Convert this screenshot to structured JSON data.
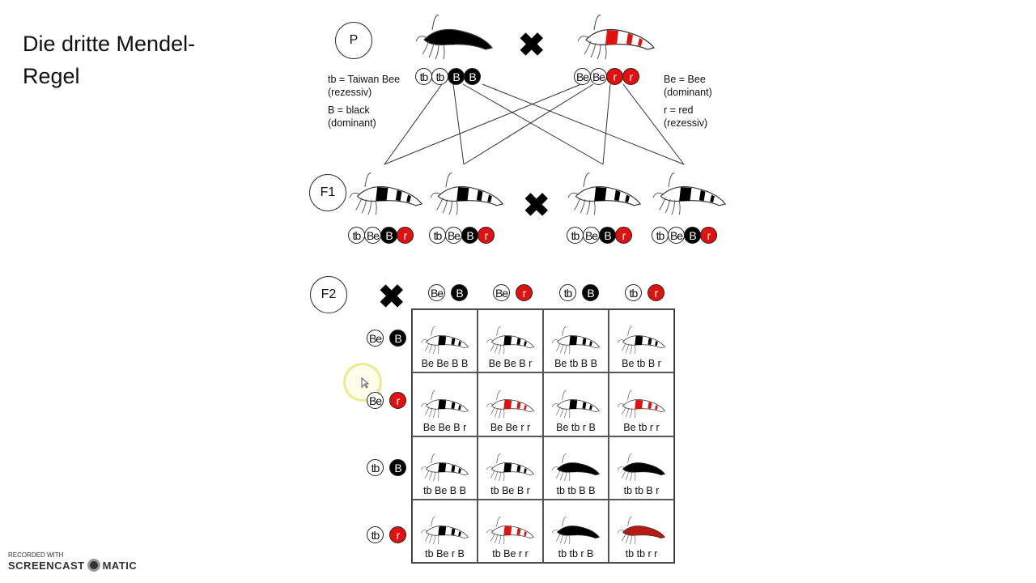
{
  "title": "Die dritte Mendel-Regel",
  "generations": {
    "p": "P",
    "f1": "F1",
    "f2": "F2"
  },
  "cross_symbol": "✖",
  "colors": {
    "red": "#e31010",
    "black": "#000000"
  },
  "legend_left": [
    "tb = Taiwan Bee",
    "(rezessiv)",
    "B = black",
    "(dominant)"
  ],
  "legend_right": [
    "Be = Bee",
    "(dominant)",
    "r = red",
    "(rezessiv)"
  ],
  "parents": [
    {
      "phenotype": "black",
      "alleles": [
        "tb",
        "tb",
        "B",
        "B"
      ]
    },
    {
      "phenotype": "red",
      "alleles": [
        "Be",
        "Be",
        "r",
        "r"
      ]
    }
  ],
  "f1": [
    {
      "phenotype": "crs",
      "alleles": [
        "tb",
        "Be",
        "B",
        "r"
      ]
    },
    {
      "phenotype": "crs",
      "alleles": [
        "tb",
        "Be",
        "B",
        "r"
      ]
    },
    {
      "phenotype": "crs",
      "alleles": [
        "tb",
        "Be",
        "B",
        "r"
      ]
    },
    {
      "phenotype": "crs",
      "alleles": [
        "tb",
        "Be",
        "B",
        "r"
      ]
    }
  ],
  "gametes_cols": [
    [
      "Be",
      "B"
    ],
    [
      "Be",
      "r"
    ],
    [
      "tb",
      "B"
    ],
    [
      "tb",
      "r"
    ]
  ],
  "gametes_rows": [
    [
      "Be",
      "B"
    ],
    [
      "Be",
      "r"
    ],
    [
      "tb",
      "B"
    ],
    [
      "tb",
      "r"
    ]
  ],
  "punnett": [
    [
      {
        "label": "Be Be B B",
        "phenotype": "crs"
      },
      {
        "label": "Be Be B r",
        "phenotype": "crs"
      },
      {
        "label": "Be tb B B",
        "phenotype": "crs"
      },
      {
        "label": "Be tb B r",
        "phenotype": "crs"
      }
    ],
    [
      {
        "label": "Be Be B r",
        "phenotype": "crs"
      },
      {
        "label": "Be Be r r",
        "phenotype": "red"
      },
      {
        "label": "Be tb r B",
        "phenotype": "crs"
      },
      {
        "label": "Be tb r r",
        "phenotype": "red"
      }
    ],
    [
      {
        "label": "tb Be B B",
        "phenotype": "crs"
      },
      {
        "label": "tb Be B r",
        "phenotype": "crs"
      },
      {
        "label": "tb tb B B",
        "phenotype": "black"
      },
      {
        "label": "tb tb B r",
        "phenotype": "black"
      }
    ],
    [
      {
        "label": "tb Be r B",
        "phenotype": "crs"
      },
      {
        "label": "tb Be r r",
        "phenotype": "red"
      },
      {
        "label": "tb tb r B",
        "phenotype": "black"
      },
      {
        "label": "tb tb r r",
        "phenotype": "wine"
      }
    ]
  ],
  "watermark": {
    "line1": "RECORDED WITH",
    "brand1": "SCREENCAST",
    "brand2": "MATIC"
  }
}
